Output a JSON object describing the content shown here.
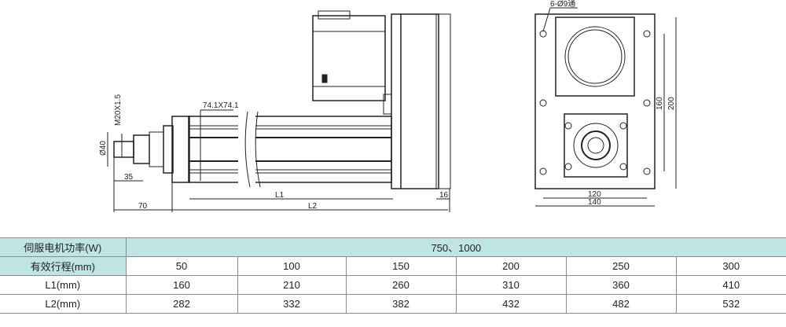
{
  "drawing": {
    "side_view": {
      "rod_thread": "M20X1.5",
      "rod_dia": "Ø40",
      "profile": "74.1X74.1",
      "rod_len": "35",
      "front_len": "70",
      "l1": "L1",
      "l2": "L2",
      "plate": "16"
    },
    "end_view": {
      "holes": "6-Ø9通",
      "h1": "160",
      "h2": "200",
      "w1": "120",
      "w2": "140"
    }
  },
  "table": {
    "power_label": "伺服电机功率(W)",
    "power_value": "750、1000",
    "stroke_label": "有效行程(mm)",
    "strokes": [
      "50",
      "100",
      "150",
      "200",
      "250",
      "300"
    ],
    "l1_label": "L1(mm)",
    "l1": [
      "160",
      "210",
      "260",
      "310",
      "360",
      "410"
    ],
    "l2_label": "L2(mm)",
    "l2": [
      "282",
      "332",
      "382",
      "432",
      "482",
      "532"
    ]
  }
}
